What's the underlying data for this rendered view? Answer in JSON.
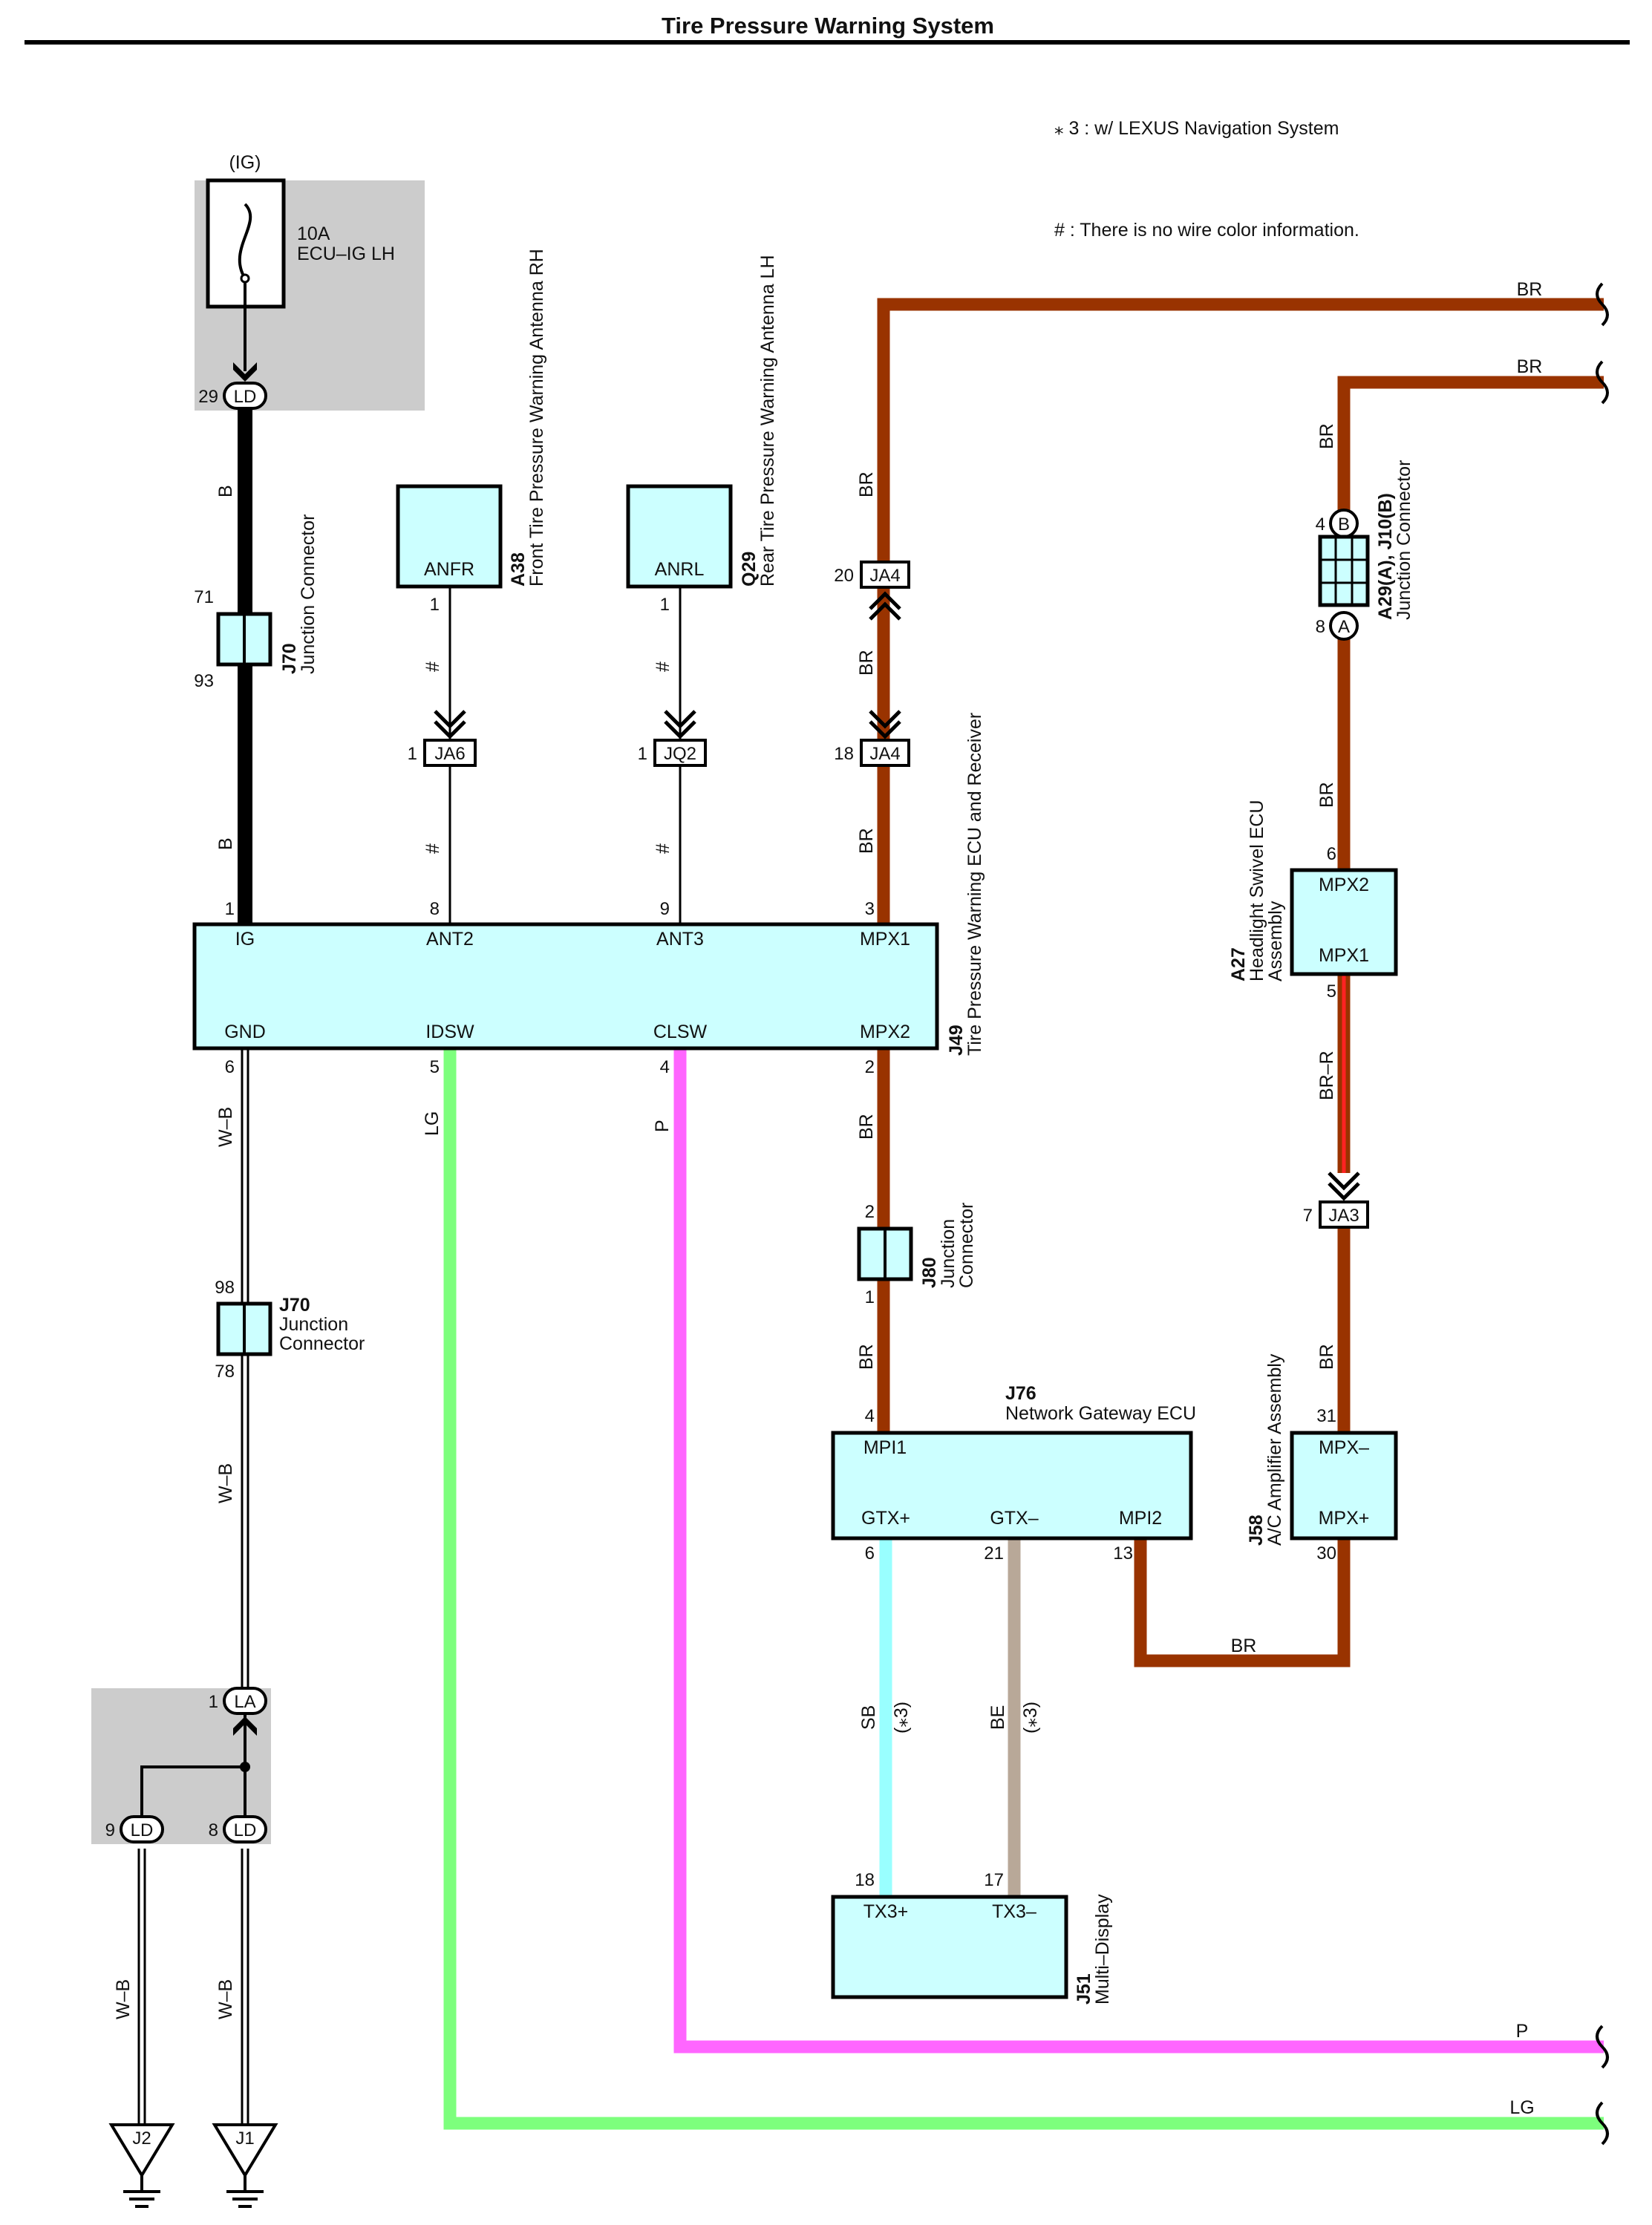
{
  "title": "Tire Pressure Warning System",
  "notes": {
    "n3": "⁎ 3 : w/ LEXUS Navigation System",
    "hash": "# : There is no wire color information."
  },
  "power": {
    "source": "(IG)",
    "fuse_amp": "10A",
    "fuse_name": "ECU–IG LH"
  },
  "connector_codes": {
    "LD": "LD",
    "LA": "LA",
    "JA6": "JA6",
    "JQ2": "JQ2",
    "JA4": "JA4",
    "JA3": "JA3",
    "B": "B",
    "A": "A"
  },
  "components": {
    "j70a": {
      "code": "J70",
      "name": "Junction Connector"
    },
    "j70b": {
      "code": "J70",
      "name1": "Junction",
      "name2": "Connector"
    },
    "a38": {
      "code": "A38",
      "name": "Front Tire Pressure Warning Antenna RH",
      "terminal": "ANFR"
    },
    "q29": {
      "code": "Q29",
      "name": "Rear Tire Pressure Warning Antenna LH",
      "terminal": "ANRL"
    },
    "j49": {
      "code": "J49",
      "name": "Tire Pressure Warning ECU and Receiver",
      "t_ig": "IG",
      "t_ant2": "ANT2",
      "t_ant3": "ANT3",
      "t_mpx1": "MPX1",
      "t_gnd": "GND",
      "t_idsw": "IDSW",
      "t_clsw": "CLSW",
      "t_mpx2": "MPX2"
    },
    "j80": {
      "code": "J80",
      "name1": "Junction",
      "name2": "Connector"
    },
    "j76": {
      "code": "J76",
      "name": "Network Gateway ECU",
      "t_mpi1": "MPI1",
      "t_gtxp": "GTX+",
      "t_gtxm": "GTX–",
      "t_mpi2": "MPI2"
    },
    "j51": {
      "code": "J51",
      "name": "Multi–Display",
      "t_tx3p": "TX3+",
      "t_tx3m": "TX3–"
    },
    "a29": {
      "code": "A29(A), J10(B)",
      "name": "Junction Connector"
    },
    "a27": {
      "code": "A27",
      "name1": "Headlight Swivel ECU",
      "name2": "Assembly",
      "t_mpx2": "MPX2",
      "t_mpx1": "MPX1"
    },
    "j58": {
      "code": "J58",
      "name": "A/C Amplifier Assembly",
      "t_mpxm": "MPX–",
      "t_mpxp": "MPX+"
    },
    "j1": {
      "code": "J1"
    },
    "j2": {
      "code": "J2"
    }
  },
  "pins": {
    "p29": "29",
    "p71": "71",
    "p93": "93",
    "p1": "1",
    "p8": "8",
    "p9": "9",
    "p3": "3",
    "p6": "6",
    "p5": "5",
    "p4": "4",
    "p2": "2",
    "p98": "98",
    "p78": "78",
    "p20": "20",
    "p18": "18",
    "p21": "21",
    "p13": "13",
    "p17": "17",
    "p31": "31",
    "p30": "30",
    "p7": "7"
  },
  "wires": {
    "B": "B",
    "WB": "W–B",
    "LG": "LG",
    "P": "P",
    "BR": "BR",
    "BRR": "BR–R",
    "SB": "SB",
    "BE": "BE",
    "hash": "#",
    "n3": "(⁎3)"
  },
  "colors": {
    "BR": "#993300",
    "LG": "#7dff7d",
    "P": "#ff66ff",
    "SB": "#99ffff",
    "BE": "#b8a898",
    "B": "#000000",
    "R": "#ff2222",
    "box": "#ccffff",
    "shade": "#cccccc"
  }
}
